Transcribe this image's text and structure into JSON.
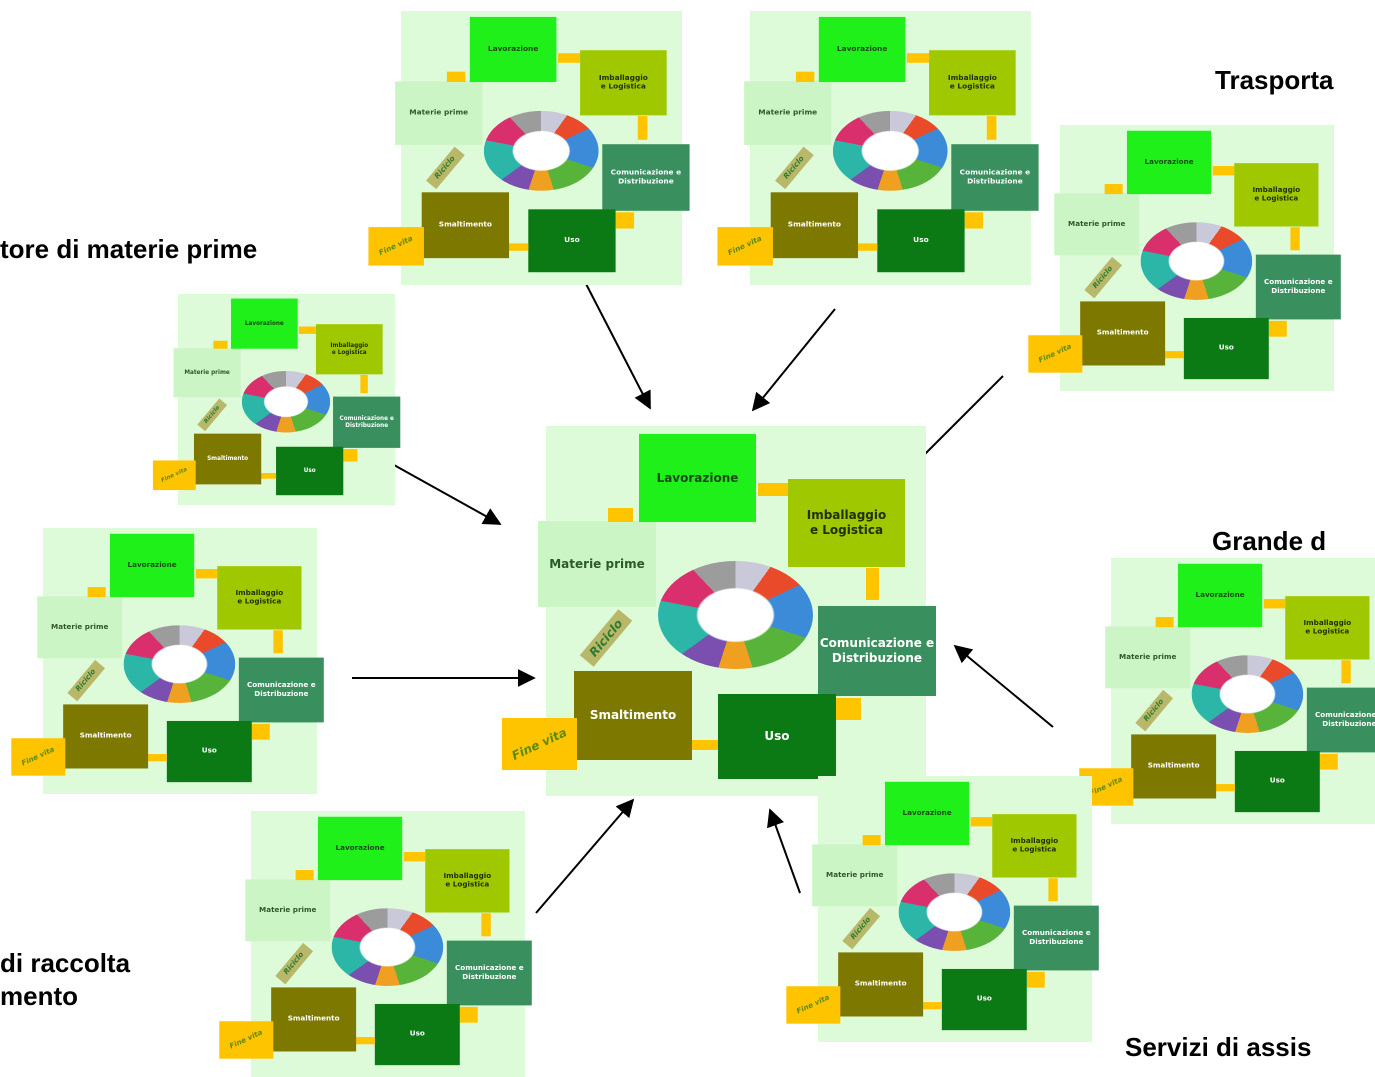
{
  "box_labels": {
    "materie": "Materie prime",
    "lavorazione": "Lavorazione",
    "imballaggio_1": "Imballaggio",
    "imballaggio_2": "e Logistica",
    "comunicazione_1": "Comunicazione e",
    "comunicazione_2": "Distribuzione",
    "uso": "Uso",
    "smaltimento": "Smaltimento",
    "fine_vita": "Fine vita",
    "riciclo": "Riciclo"
  },
  "actors": {
    "fornitore": "tore di materie prime",
    "trasportatori": "Trasporta",
    "grande": "Grande d",
    "raccolta_1": "di raccolta",
    "raccolta_2": "mento",
    "servizi": "Servizi di assis"
  },
  "colors": {
    "background_panel": "#ddfbd9",
    "materie": "#ccf5c6",
    "lavorazione": "#1ff01a",
    "imballaggio": "#a0c800",
    "comunicazione": "#3a8f5e",
    "uso": "#0b7a14",
    "smaltimento": "#7d7800",
    "fine_vita": "#ffc400",
    "arrow": "#000000"
  }
}
